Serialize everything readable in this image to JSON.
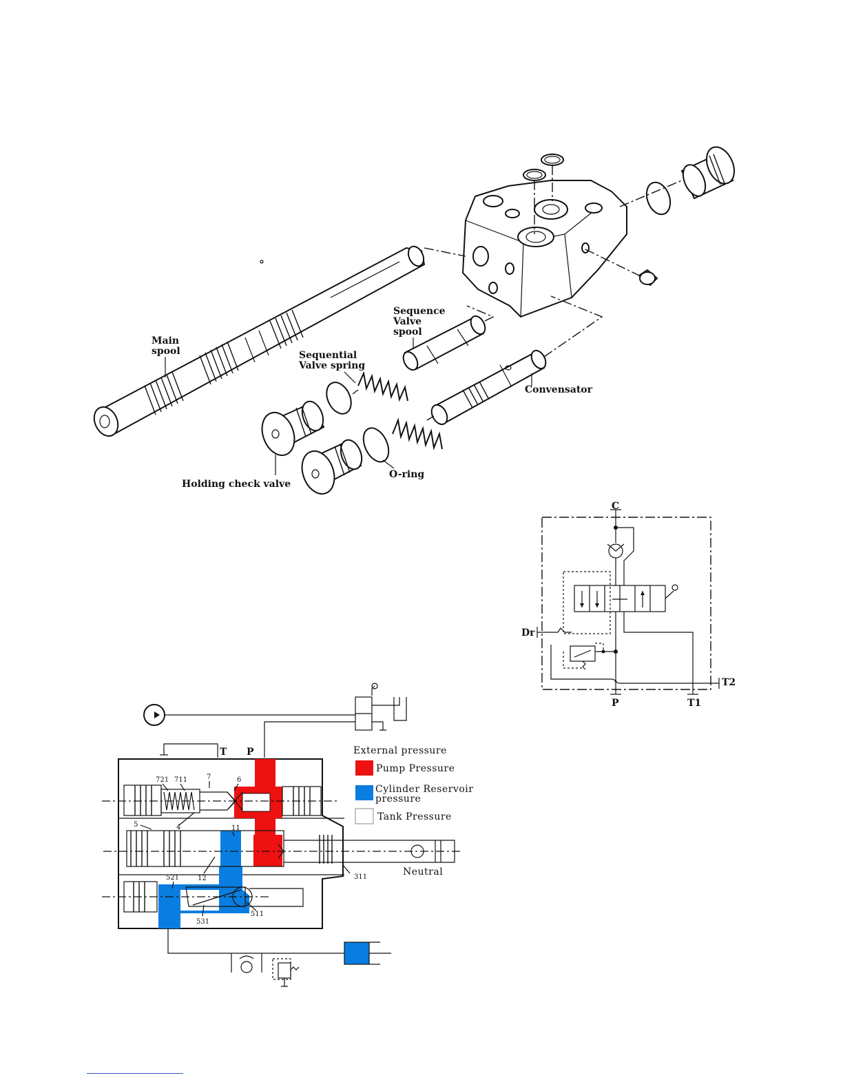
{
  "exploded_view": {
    "labels": {
      "main_spool_1": "Main",
      "main_spool_2": "spool",
      "sequential_valve_spring_1": "Sequential",
      "sequential_valve_spring_2": "Valve spring",
      "sequence_valve_spool_1": "Sequence",
      "sequence_valve_spool_2": "Valve",
      "sequence_valve_spool_3": "spool",
      "convensator": "Convensator",
      "holding_check_valve": "Holding check valve",
      "o_ring": "O-ring"
    }
  },
  "schematic": {
    "ports": {
      "c": "C",
      "dr": "Dr",
      "p": "P",
      "t1": "T1",
      "t2": "T2"
    }
  },
  "section_view": {
    "ports": {
      "t": "T",
      "p": "P"
    },
    "legend": {
      "title": "External pressure",
      "items": [
        {
          "label": "Pump Pressure",
          "color": "#ee1111"
        },
        {
          "label_1": "Cylinder Reservoir",
          "label_2": "pressure",
          "color": "#0a7ee0"
        },
        {
          "label": "Tank Pressure",
          "color": "#ffffff"
        }
      ]
    },
    "part_numbers": {
      "n721": "721",
      "n711": "711",
      "n7": "7",
      "n6": "6",
      "n5": "5",
      "n4": "4",
      "n11": "11",
      "n12": "12",
      "n311": "311",
      "n521": "521",
      "n531": "531",
      "n511": "511"
    },
    "state": "Neutral"
  },
  "colors": {
    "pump": "#ee1111",
    "cylinder": "#0a7ee0",
    "tank": "#ffffff",
    "line": "#111111"
  }
}
